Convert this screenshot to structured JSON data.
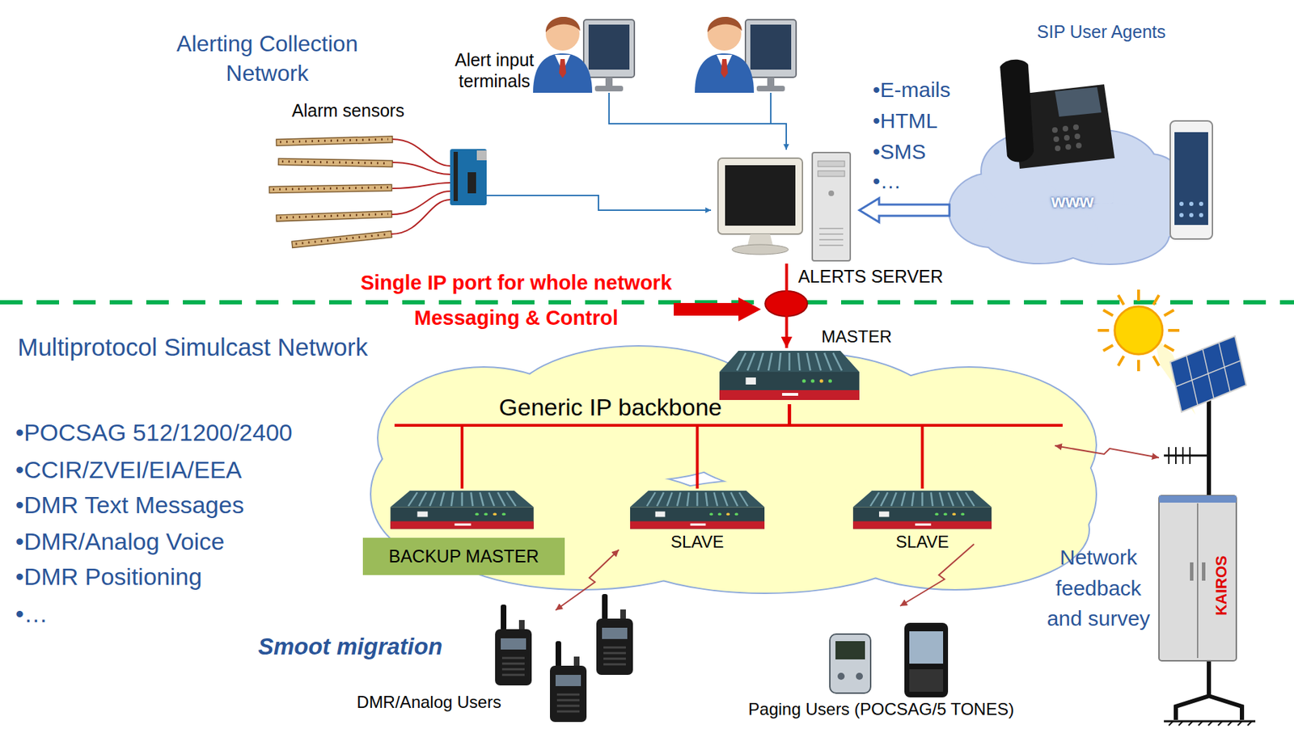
{
  "diagram": {
    "nodes": [
      {
        "text": [
          "www"
        ]
      },
      {
        "text": [
          "ALERTS SERVER"
        ]
      },
      {
        "text": [
          "Generic IP backbone"
        ]
      },
      {
        "text": [
          "MASTER"
        ],
        "in": 2
      },
      {
        "text": [
          "BACKUP MASTER"
        ],
        "in": 2
      },
      {
        "text": [
          "SLAVE"
        ],
        "in": 2
      },
      {
        "text": [
          "SLAVE"
        ],
        "in": 2
      }
    ],
    "edges": [
      {
        "from": 0,
        "to": 1,
        "arrow": "to"
      },
      {
        "from": 1,
        "to": 3,
        "arrow": "to"
      },
      {
        "from": 3,
        "to": 4,
        "arrow": "none"
      },
      {
        "from": 3,
        "to": 5,
        "arrow": "none"
      },
      {
        "from": 3,
        "to": 6,
        "arrow": "none"
      }
    ],
    "labels": [
      "Alerting Collection Network",
      "Alert input terminals",
      "SIP User Agents",
      "Alarm sensors",
      "•E-mails",
      "•HTML",
      "•SMS",
      "•…",
      "Single IP port for whole network",
      "Messaging & Control",
      "Multiprotocol Simulcast Network",
      "•POCSAG 512/1200/2400",
      "•CCIR/ZVEI/EIA/EEA",
      "•DMR Text Messages",
      "•DMR/Analog Voice",
      "•DMR Positioning",
      "•…",
      "Smoot migration",
      "DMR/Analog Users",
      "Paging Users (POCSAG/5 TONES)",
      "Network feedback and survey",
      "KAIROS"
    ]
  }
}
